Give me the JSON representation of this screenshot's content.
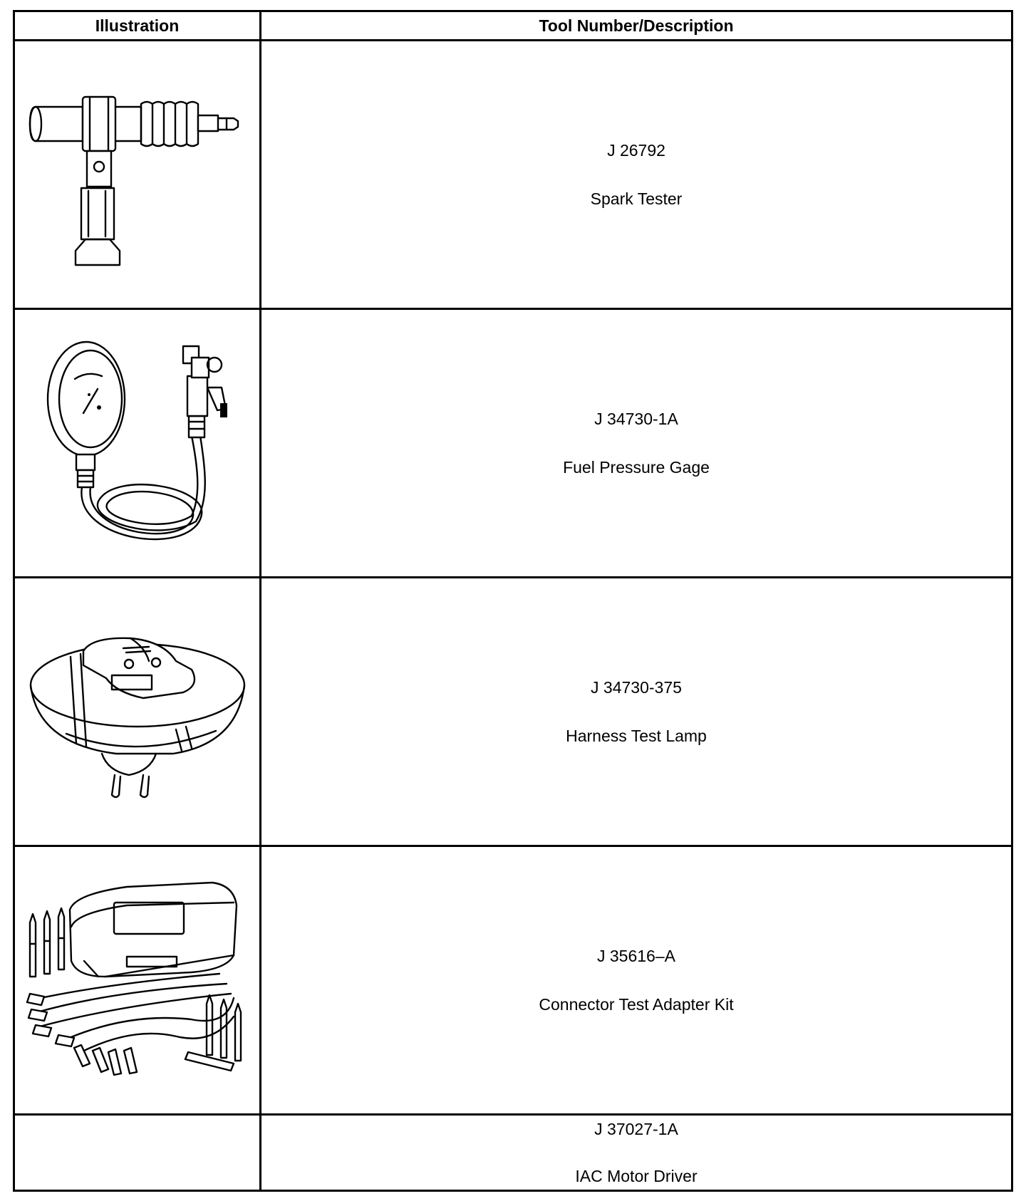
{
  "table": {
    "headers": {
      "illustration": "Illustration",
      "tool": "Tool Number/Description"
    },
    "rows": [
      {
        "number": "J 26792",
        "name": "Spark Tester",
        "illustration_icon": "spark-tester-drawing"
      },
      {
        "number": "J 34730-1A",
        "name": "Fuel Pressure Gage",
        "illustration_icon": "fuel-pressure-gage-drawing"
      },
      {
        "number": "J 34730-375",
        "name": "Harness Test Lamp",
        "illustration_icon": "harness-test-lamp-drawing"
      },
      {
        "number": "J 35616–A",
        "name": "Connector Test Adapter Kit",
        "illustration_icon": "connector-test-adapter-kit-drawing"
      },
      {
        "number": "J 37027-1A",
        "name": "IAC Motor Driver",
        "illustration_icon": ""
      }
    ]
  }
}
